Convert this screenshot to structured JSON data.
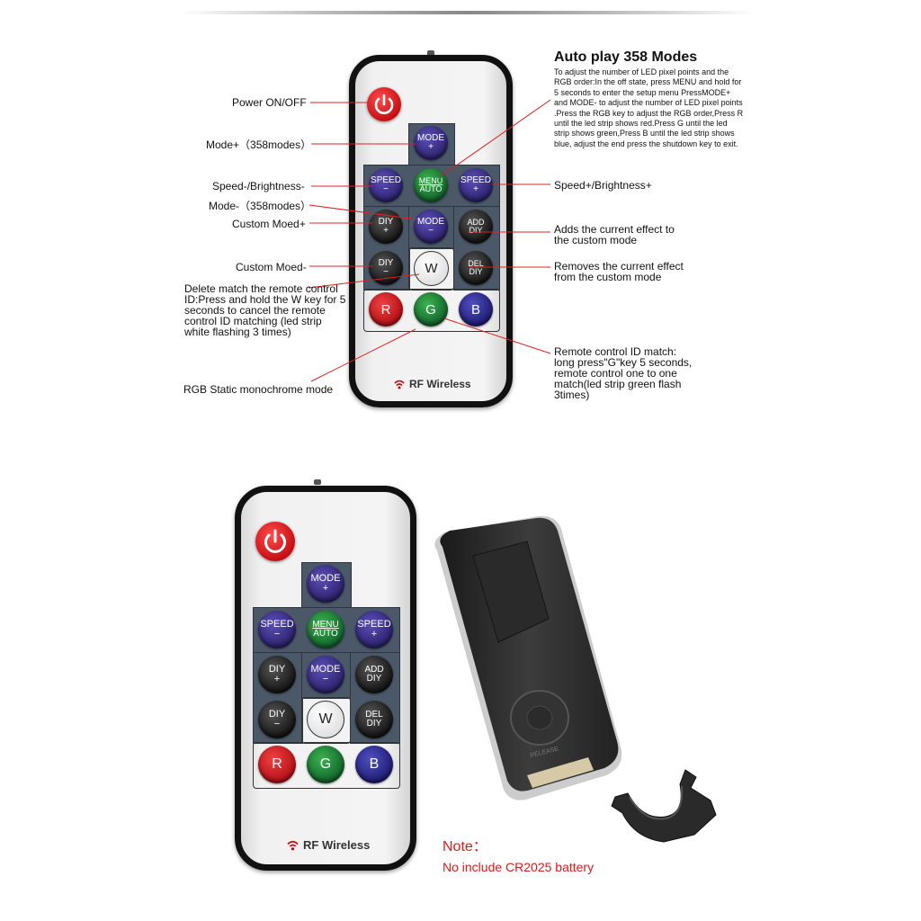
{
  "remote": {
    "buttons": {
      "mode_plus": {
        "l1": "MODE",
        "l2": "+"
      },
      "speed_minus": {
        "l1": "SPEED",
        "l2": "−"
      },
      "menu_auto": {
        "l1": "MENU",
        "l2": "AUTO"
      },
      "speed_plus": {
        "l1": "SPEED",
        "l2": "+"
      },
      "diy_plus": {
        "l1": "DIY",
        "l2": "+"
      },
      "mode_minus": {
        "l1": "MODE",
        "l2": "−"
      },
      "add_diy": {
        "l1": "ADD",
        "l2": "DIY"
      },
      "diy_minus": {
        "l1": "DIY",
        "l2": "−"
      },
      "w": {
        "l1": "W"
      },
      "del_diy": {
        "l1": "DEL",
        "l2": "DIY"
      },
      "r": {
        "l1": "R"
      },
      "g": {
        "l1": "G"
      },
      "b": {
        "l1": "B"
      }
    },
    "brand": "RF Wireless"
  },
  "labels": {
    "power": "Power ON/OFF",
    "mode_plus": "Mode+（358modes）",
    "speed_minus": "Speed-/Brightness-",
    "mode_minus": "Mode-（358modes）",
    "custom_plus": "Custom Moed+",
    "custom_minus": "Custom Moed-",
    "delete_match": "Delete match the remote control ID:Press and hold the W key for 5 seconds to cancel the remote control ID matching (led strip white flashing 3 times)",
    "rgb_static": "RGB Static monochrome mode",
    "speed_plus": "Speed+/Brightness+",
    "adds": "Adds the current effect to the custom mode",
    "removes": "Removes the current effect from the custom mode",
    "id_match": "Remote control ID match: long press\"G\"key 5 seconds, remote control one to one match(led strip green flash 3times)"
  },
  "auto_play": {
    "title": "Auto play 358 Modes",
    "text": "To adjust the number of LED pixel points and the RGB order:In the off state, press MENU and hold for 5 seconds to enter the setup menu PressMODE+ and MODE- to adjust the number of LED pixel points .Press the RGB key to adjust the RGB order,Press R until the led strip shows red.Press G until the led strip shows green,Press B until the led strip shows blue, adjust the end press the shutdown key to exit."
  },
  "note": {
    "title": "Note：",
    "text": "No include CR2025 battery"
  },
  "back": {
    "release": "RELEASE"
  },
  "colors": {
    "line": "#e02020",
    "note": "#e01818"
  }
}
